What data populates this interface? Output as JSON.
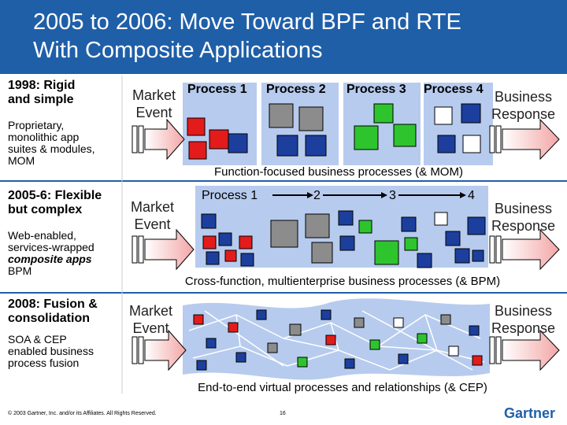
{
  "slide": {
    "title_line1": "2005 to 2006: Move Toward BPF and RTE",
    "title_line2": "With Composite Applications",
    "colors": {
      "header": "#1f5fa8",
      "red": "#e31b1b",
      "gray": "#8c8c8c",
      "green": "#2ec42e",
      "blue": "#1c3f9e",
      "white": "#ffffff",
      "process_bg": "#b7cbee",
      "arrow": "#f4bcbc"
    }
  },
  "sections": [
    {
      "label_line1": "1998: Rigid",
      "label_line2": "and simple",
      "desc_lines": [
        "Proprietary,",
        "monolithic app",
        "suites & modules,",
        "MOM"
      ],
      "market_line1": "Market",
      "market_line2": "Event",
      "processes": [
        "Process 1",
        "Process 2",
        "Process 3",
        "Process 4"
      ],
      "response_line1": "Business",
      "response_line2": "Response",
      "caption": "Function-focused business processes (& MOM)"
    },
    {
      "label_line1": "2005-6: Flexible",
      "label_line2": "but complex",
      "desc_lines": [
        "Web-enabled,",
        "services-wrapped",
        "composite apps",
        "BPM"
      ],
      "market_line1": "Market",
      "market_line2": "Event",
      "processes": [
        "Process 1",
        "2",
        "3",
        "4"
      ],
      "response_line1": "Business",
      "response_line2": "Response",
      "caption": "Cross-function, multienterprise business processes (& BPM)"
    },
    {
      "label_line1": "2008: Fusion &",
      "label_line2": "consolidation",
      "desc_lines": [
        "SOA & CEP",
        "enabled business",
        "process fusion"
      ],
      "market_line1": "Market",
      "market_line2": "Event",
      "response_line1": "Business",
      "response_line2": "Response",
      "caption": "End-to-end virtual processes and relationships (& CEP)"
    }
  ],
  "footer": {
    "copyright": "© 2003 Gartner, Inc. and/or its Affiliates. All Rights Reserved.",
    "page": "16",
    "logo": "Gartner"
  }
}
